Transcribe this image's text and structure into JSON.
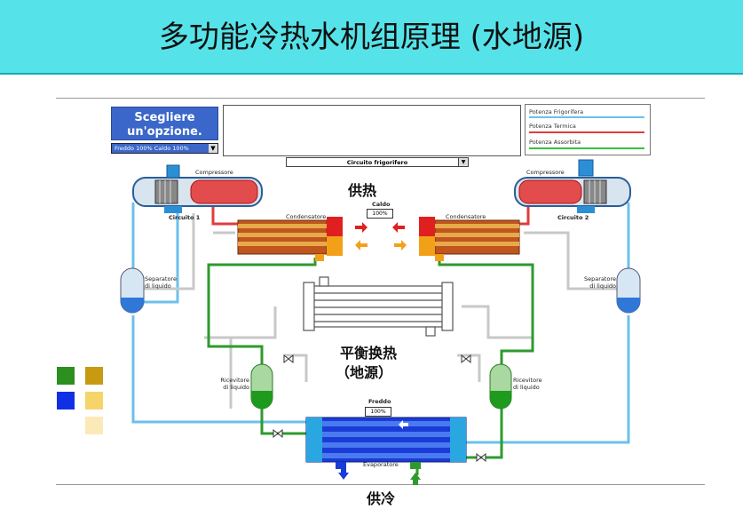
{
  "title": "多功能冷热水机组原理 (水地源)",
  "option_panel": {
    "heading": "Scegliere un'opzione.",
    "mode_select": "Freddo 100% Caldo 100%"
  },
  "legend": {
    "items": [
      {
        "label": "Potenza Frigorifera",
        "color": "#6cc0ea"
      },
      {
        "label": "Potenza Termica",
        "color": "#e03c3c"
      },
      {
        "label": "Potenza Assorbita",
        "color": "#37c23f"
      }
    ]
  },
  "circuit_select": "Circuito frigorifero",
  "diagram": {
    "compressor_left": "Compressore",
    "compressor_right": "Compressore",
    "circuit1": "Circuito 1",
    "circuit2": "Circuito 2",
    "condenser_left": "Condensatore",
    "condenser_right": "Condensatore",
    "heat_label": "Caldo",
    "heat_value": "100%",
    "cold_label": "Freddo",
    "cold_value": "100%",
    "separator_left": "Separatore di liquido",
    "separator_right": "Separatore di liquido",
    "receiver_left": "Ricevitore di liquido",
    "receiver_right": "Ricevitore di liquido",
    "evaporator": "Evaporatore"
  },
  "annotations": {
    "heating": "供热",
    "balance": "平衡换热",
    "ground_source": "（地源）",
    "cooling": "供冷"
  },
  "colors": {
    "title_bg": "#55e3e9",
    "hot": "#e03c3c",
    "cold_line": "#6cc0ea",
    "green_line": "#2e9a2e",
    "evaporator": "#1a3cd6"
  },
  "swatches": [
    "#2d8f1f",
    "#c89a12",
    "#1130e6",
    "#f5d56a",
    "#fbe9b8"
  ]
}
